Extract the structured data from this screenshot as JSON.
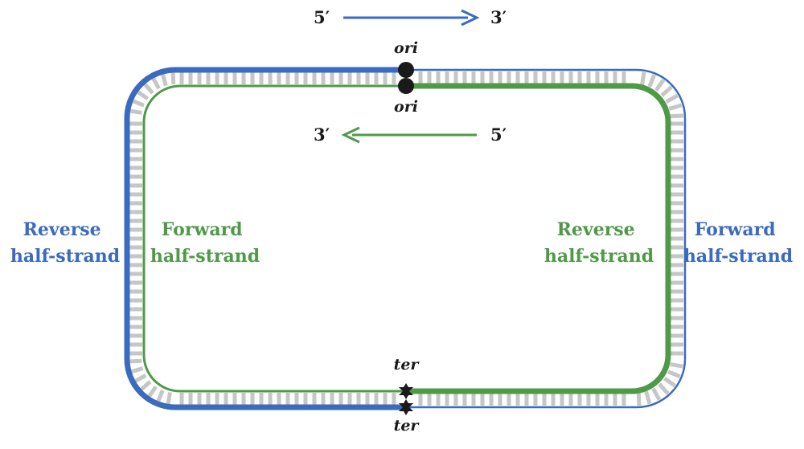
{
  "colors": {
    "blue": "#3a6bbf",
    "green": "#4f9a48",
    "gray": "#c6c6c6",
    "dark": "#1a1a1a"
  },
  "top_arrow": {
    "left": "5′",
    "right": "3′"
  },
  "mid_arrow": {
    "left": "3′",
    "right": "5′"
  },
  "ori_top": "ori",
  "ori_bottom": "ori",
  "ter_top": "ter",
  "ter_bottom": "ter",
  "labels": {
    "outer_left": [
      "Reverse",
      "half-strand"
    ],
    "inner_left": [
      "Forward",
      "half-strand"
    ],
    "inner_right": [
      "Reverse",
      "half-strand"
    ],
    "outer_right": [
      "Forward",
      "half-strand"
    ]
  }
}
